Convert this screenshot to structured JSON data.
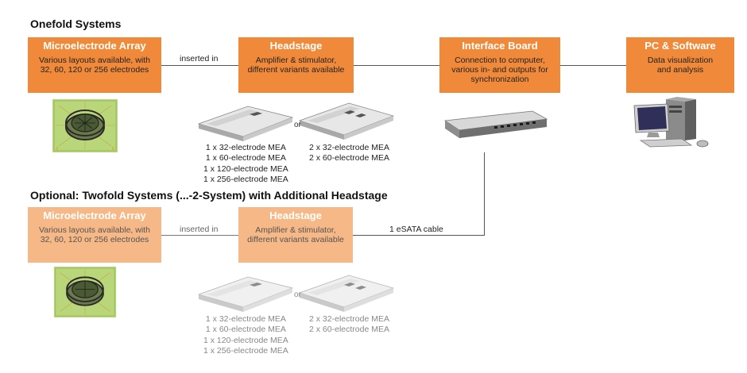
{
  "sections": {
    "onefold_title": "Onefold Systems",
    "twofold_title": "Optional: Twofold Systems (...-2-System) with Additional Headstage"
  },
  "onefold": {
    "mea": {
      "title": "Microelectrode Array",
      "desc": "Various layouts available, with 32, 60, 120 or 256 electrodes"
    },
    "headstage": {
      "title": "Headstage",
      "desc": "Amplifier & stimulator, different variants available"
    },
    "interface": {
      "title": "Interface Board",
      "desc": "Connection to computer, various in- and outputs for synchronization"
    },
    "pc": {
      "title": "PC & Software",
      "desc": "Data visualization and analysis"
    },
    "connector_label": "inserted in",
    "or_label": "or",
    "single_list": [
      "1 x 32-electrode MEA",
      "1 x 60-electrode MEA",
      "1 x 120-electrode MEA",
      "1 x 256-electrode MEA"
    ],
    "dual_list": [
      "2 x 32-electrode MEA",
      "2 x 60-electrode MEA"
    ]
  },
  "twofold": {
    "mea": {
      "title": "Microelectrode Array",
      "desc": "Various layouts available, with 32, 60, 120 or 256 electrodes"
    },
    "headstage": {
      "title": "Headstage",
      "desc": "Amplifier & stimulator, different variants available"
    },
    "connector_label": "inserted in",
    "cable_label": "1 eSATA cable",
    "or_label": "or",
    "single_list": [
      "1 x 32-electrode MEA",
      "1 x 60-electrode MEA",
      "1 x 120-electrode MEA",
      "1 x 256-electrode MEA"
    ],
    "dual_list": [
      "2 x 32-electrode MEA",
      "2 x 60-electrode MEA"
    ]
  },
  "colors": {
    "box_main": "#f08a3a",
    "box_faded": "#f6b886"
  },
  "icons": [
    "mea-chip-icon",
    "headstage-single-icon",
    "headstage-dual-icon",
    "interface-board-icon",
    "computer-icon"
  ]
}
